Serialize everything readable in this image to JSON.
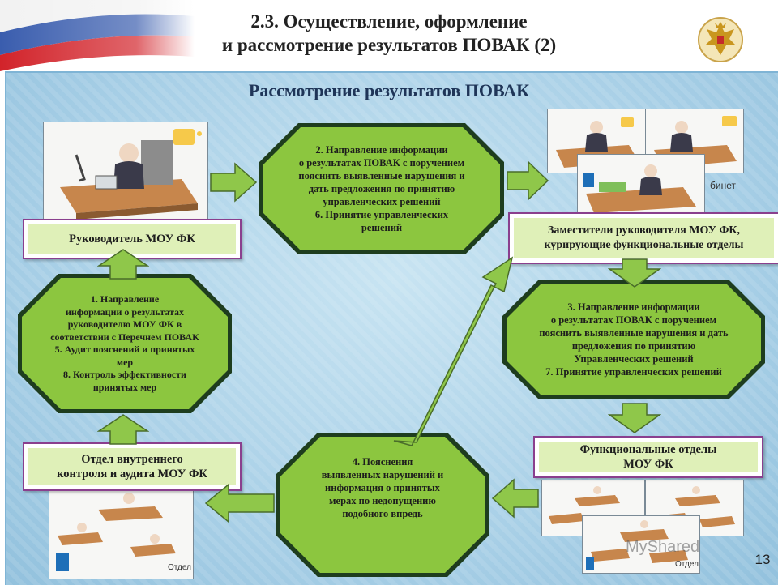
{
  "title": {
    "line1": "2.3. Осуществление, оформление",
    "line2": "и рассмотрение результатов ПОВАК (2)"
  },
  "subtitle": "Рассмотрение результатов ПОВАК",
  "nodes": {
    "step2": {
      "line1": "2. Направление информации",
      "line2": "о результатах ПОВАК  с поручением",
      "line3": "пояснить  выявленные нарушения и",
      "line4": "дать предложения  по принятию",
      "line5": "управленческих решений",
      "line6": "6. Принятие управленческих",
      "line7": "решений"
    },
    "step1": {
      "line1": "1. Направление",
      "line2": "информации о результатах",
      "line3": "руководителю МОУ ФК в",
      "line4": "соответствии с  Перечнем ПОВАК",
      "line5": "5. Аудит пояснений и принятых",
      "line6": "мер",
      "line7": "8. Контроль  эффективности",
      "line8": "принятых мер"
    },
    "step3": {
      "line1": "3. Направление информации",
      "line2": "о результатах ПОВАК  с поручением",
      "line3": "пояснить  выявленные нарушения и дать",
      "line4": "предложения  по принятию",
      "line5": "Управленческих решений",
      "line6": "7. Принятие управленческих решений"
    },
    "step4": {
      "line1": "4. Пояснения",
      "line2": "выявленных нарушений и",
      "line3": "информация о принятых",
      "line4": "мерах по недопущению",
      "line5": "подобного впредь"
    }
  },
  "labels": {
    "head": "Руководитель МОУ ФК",
    "deputies_line1": "Заместители  руководителя МОУ ФК,",
    "deputies_line2": "курирующие функциональные отделы",
    "audit_line1": "Отдел внутреннего",
    "audit_line2": "контроля и аудита МОУ ФК",
    "functional_line1": "Функциональные отделы",
    "functional_line2": "МОУ ФК"
  },
  "photo_captions": {
    "cabinet": "бинет",
    "dept_left": "Отдел",
    "dept_right": "Отдел"
  },
  "page_number": "13",
  "watermark": "MyShared",
  "colors": {
    "octagon_fill": "#8cc63f",
    "octagon_border": "#1e3d1e",
    "label_border": "#8a3f8e",
    "label_fill": "#dff0b8",
    "arrow_fill": "#8fc74a",
    "panel_bg": "#a9d0e7",
    "title_color": "#1f3558"
  }
}
